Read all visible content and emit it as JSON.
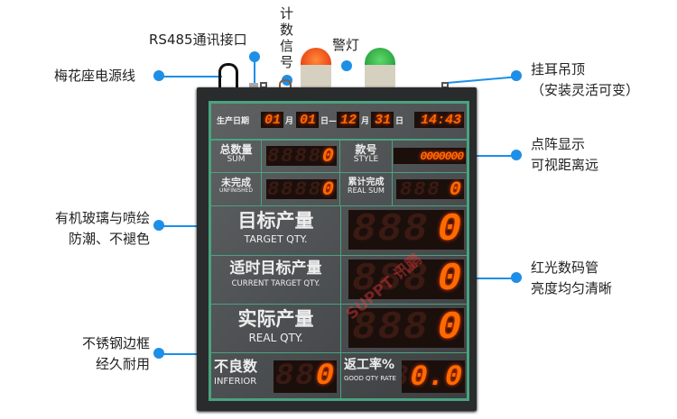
{
  "annotations": {
    "power_cable": "梅花座电源线",
    "rs485": "RS485通讯接口",
    "count_signal": "计数信号",
    "warning_light": "警灯",
    "hanging": [
      "挂耳吊顶",
      "（安装灵活可变）"
    ],
    "dot_matrix": [
      "点阵显示",
      "可视距离远"
    ],
    "acrylic": [
      "有机玻璃与喷绘",
      "防潮、不褪色"
    ],
    "red_led": [
      "红光数码管",
      "亮度均匀清晰"
    ],
    "frame": [
      "不锈钢边框",
      "经久耐用"
    ]
  },
  "board": {
    "date_label": "生产日期",
    "start_month": "01",
    "month_char": "月",
    "start_day": "01",
    "day_dash": "日—",
    "end_month": "12",
    "end_day": "31",
    "day_char": "日",
    "time": "14:43",
    "sum": {
      "cn": "总数量",
      "en": "SUM",
      "value": "0"
    },
    "style": {
      "cn": "款号",
      "en": "STYLE",
      "value": "0000000"
    },
    "unfinished": {
      "cn": "未完成",
      "en": "UNFINISHED",
      "value": "0"
    },
    "real_sum": {
      "cn": "累计完成",
      "en": "REAL SUM",
      "value": "0"
    },
    "target": {
      "cn": "目标产量",
      "en": "TARGET QTY.",
      "value": "0"
    },
    "current_target": {
      "cn": "适时目标产量",
      "en": "CURRENT TARGET QTY.",
      "value": "0"
    },
    "real_qty": {
      "cn": "实际产量",
      "en": "REAL QTY.",
      "value": "0"
    },
    "inferior": {
      "cn": "不良数",
      "en": "INFERIOR",
      "value": "0"
    },
    "good_rate": {
      "cn": "返工率%",
      "en": "GOOD QTY RATE",
      "value": "0.0"
    },
    "watermark": "SUPPT 讯鹏"
  },
  "colors": {
    "accent": "#1e8fe6",
    "led": "#ff6a00",
    "grid": "#49a37f"
  }
}
